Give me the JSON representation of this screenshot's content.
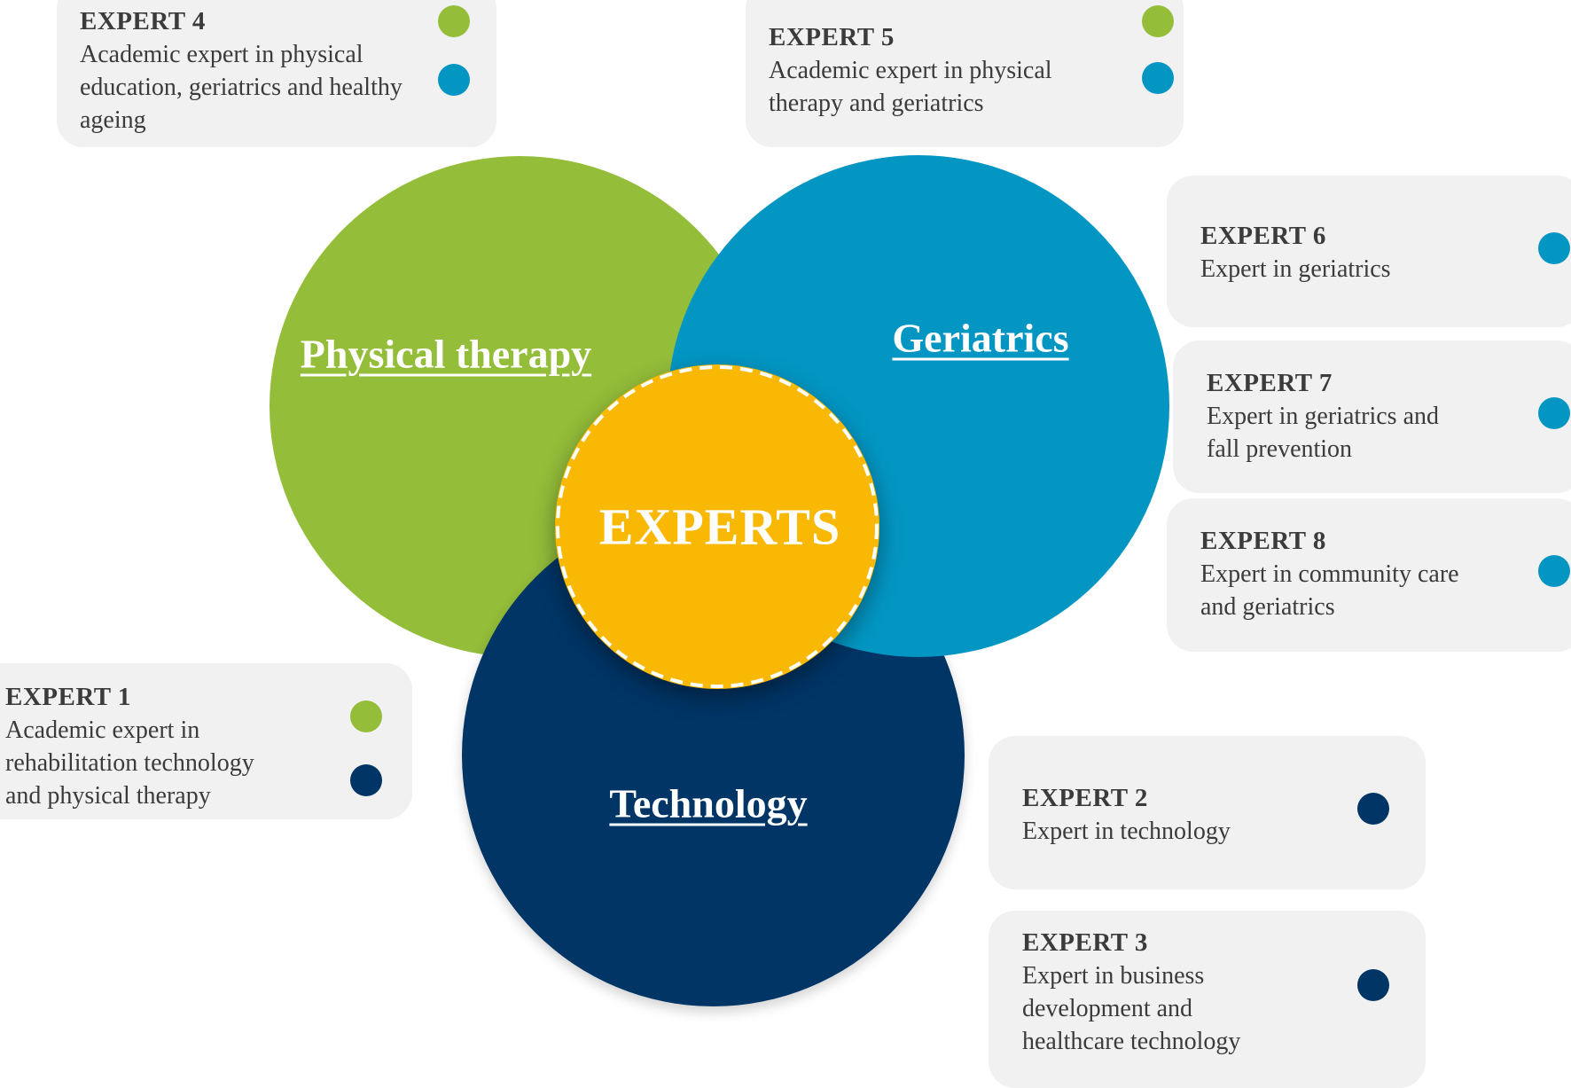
{
  "colors": {
    "green": "#94bd3a",
    "light_blue": "#0396c3",
    "dark_blue": "#003566",
    "yellow": "#f8b804",
    "card_bg": "#f1f1f1",
    "text": "#3b3b3b"
  },
  "circles": {
    "physical_therapy": "Physical therapy",
    "geriatrics": "Geriatrics",
    "technology": "Technology",
    "center": "EXPERTS"
  },
  "experts": {
    "e1": {
      "title": "EXPERT 1",
      "lines": [
        "Academic expert in",
        "rehabilitation technology",
        "and physical therapy"
      ],
      "dots": [
        "green",
        "dark_blue"
      ]
    },
    "e2": {
      "title": "EXPERT 2",
      "lines": [
        "Expert in technology"
      ],
      "dots": [
        "dark_blue"
      ]
    },
    "e3": {
      "title": "EXPERT 3",
      "lines": [
        "Expert in business",
        "development and",
        "healthcare  technology"
      ],
      "dots": [
        "dark_blue"
      ]
    },
    "e4": {
      "title": "EXPERT 4",
      "lines": [
        "Academic expert in physical",
        "education, geriatrics and healthy",
        "ageing"
      ],
      "dots": [
        "green",
        "light_blue"
      ]
    },
    "e5": {
      "title": "EXPERT 5",
      "lines": [
        "Academic expert in physical",
        "therapy and geriatrics"
      ],
      "dots": [
        "green",
        "light_blue"
      ]
    },
    "e6": {
      "title": "EXPERT 6",
      "lines": [
        "Expert in geriatrics"
      ],
      "dots": [
        "light_blue"
      ]
    },
    "e7": {
      "title": "EXPERT 7",
      "lines": [
        "Expert in geriatrics and",
        "fall prevention"
      ],
      "dots": [
        "light_blue"
      ]
    },
    "e8": {
      "title": "EXPERT 8",
      "lines": [
        "Expert in community care",
        "and geriatrics"
      ],
      "dots": [
        "light_blue"
      ]
    }
  }
}
